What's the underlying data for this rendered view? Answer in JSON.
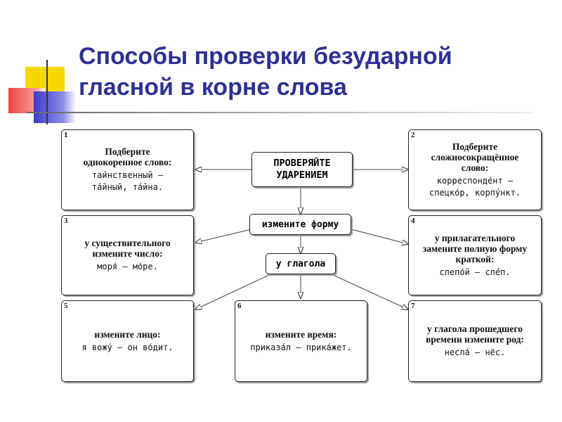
{
  "title": {
    "line1": "Способы проверки безударной",
    "line2": "гласной в корне слова"
  },
  "center": {
    "stress": {
      "line1": "ПРОВЕРЯЙТЕ",
      "line2": "УДАРЕНИЕМ"
    },
    "form": "измените форму",
    "verb": "у глагола"
  },
  "boxes": [
    {
      "num": "1",
      "rule": "Подберите однокоренное слово:",
      "example": "таи́нственный – та́йный, та́йна."
    },
    {
      "num": "2",
      "rule": "Подберите сложносокращённое слово:",
      "example": "корреспонде́нт – спецко́р, корпу́нкт."
    },
    {
      "num": "3",
      "rule": "у существительного измените число:",
      "example": "моря́ – мо́ре."
    },
    {
      "num": "4",
      "rule": "у прилагательного замените полную форму краткой:",
      "example": "слепо́й – сле́п."
    },
    {
      "num": "5",
      "rule": "измените лицо:",
      "example": "я вожу́ – он во́дит."
    },
    {
      "num": "6",
      "rule": "измените время:",
      "example": "приказа́л – прика́жет."
    },
    {
      "num": "7",
      "rule": "у глагола прошедшего времени измените род:",
      "example": "несла́ – нёс."
    }
  ],
  "colors": {
    "title": "#2e3193",
    "deco_yellow": "#f5d800",
    "deco_red": "#f04040",
    "deco_blue": "#3b3bcc"
  }
}
